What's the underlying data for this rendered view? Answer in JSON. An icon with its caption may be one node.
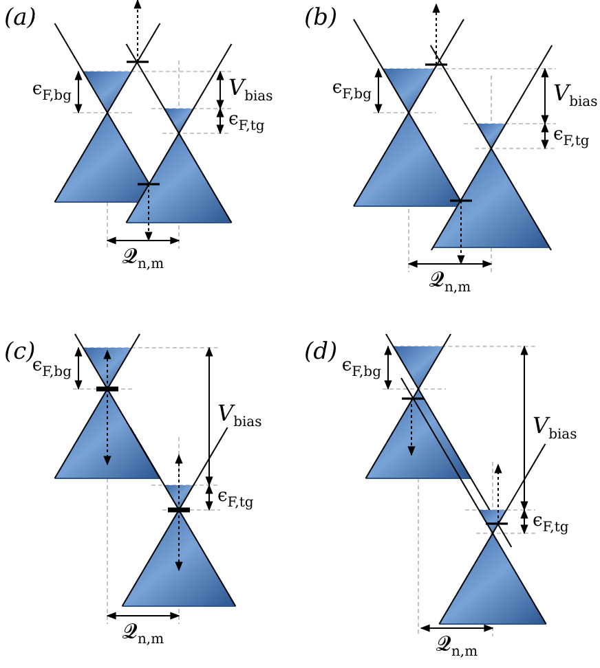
{
  "diagram": {
    "labels": [
      "(a)",
      "ϵ$_{F,bg}$",
      "*V*$_{bias}$",
      "ϵ$_{F,tg}$",
      "𝓠$_{n,m}$",
      "(b)",
      "ϵ$_{F,bg}$",
      "*V*$_{bias}$",
      "ϵ$_{F,tg}$",
      "𝓠$_{n,m}$",
      "(c)",
      "ϵ$_{F,bg}$",
      "*V*$_{bias}$",
      "ϵ$_{F,tg}$",
      "𝓠$_{n,m}$",
      "(d)",
      "ϵ$_{F,bg}$",
      "*V*$_{bias}$",
      "ϵ$_{F,tg}$",
      "𝓠$_{n,m}$"
    ]
  }
}
